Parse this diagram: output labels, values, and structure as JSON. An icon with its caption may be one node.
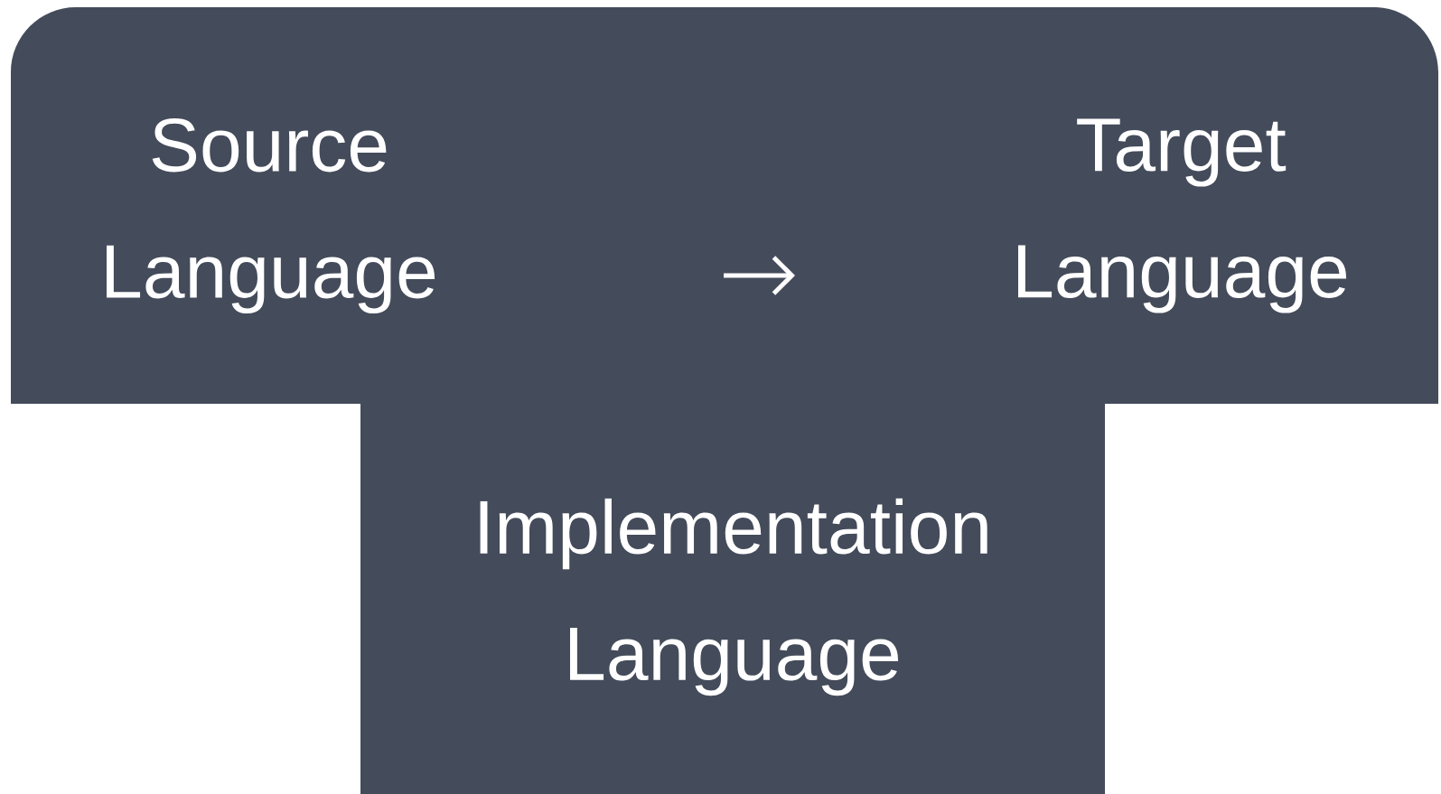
{
  "diagram": {
    "nodes": [
      {
        "text": [],
        "shape": "box"
      },
      {
        "text": [
          "Source Language"
        ],
        "in": 0
      },
      {
        "text": [
          "Target Language"
        ],
        "in": 0
      },
      {
        "text": [
          "Implementation Language"
        ],
        "in": 0
      }
    ]
  }
}
